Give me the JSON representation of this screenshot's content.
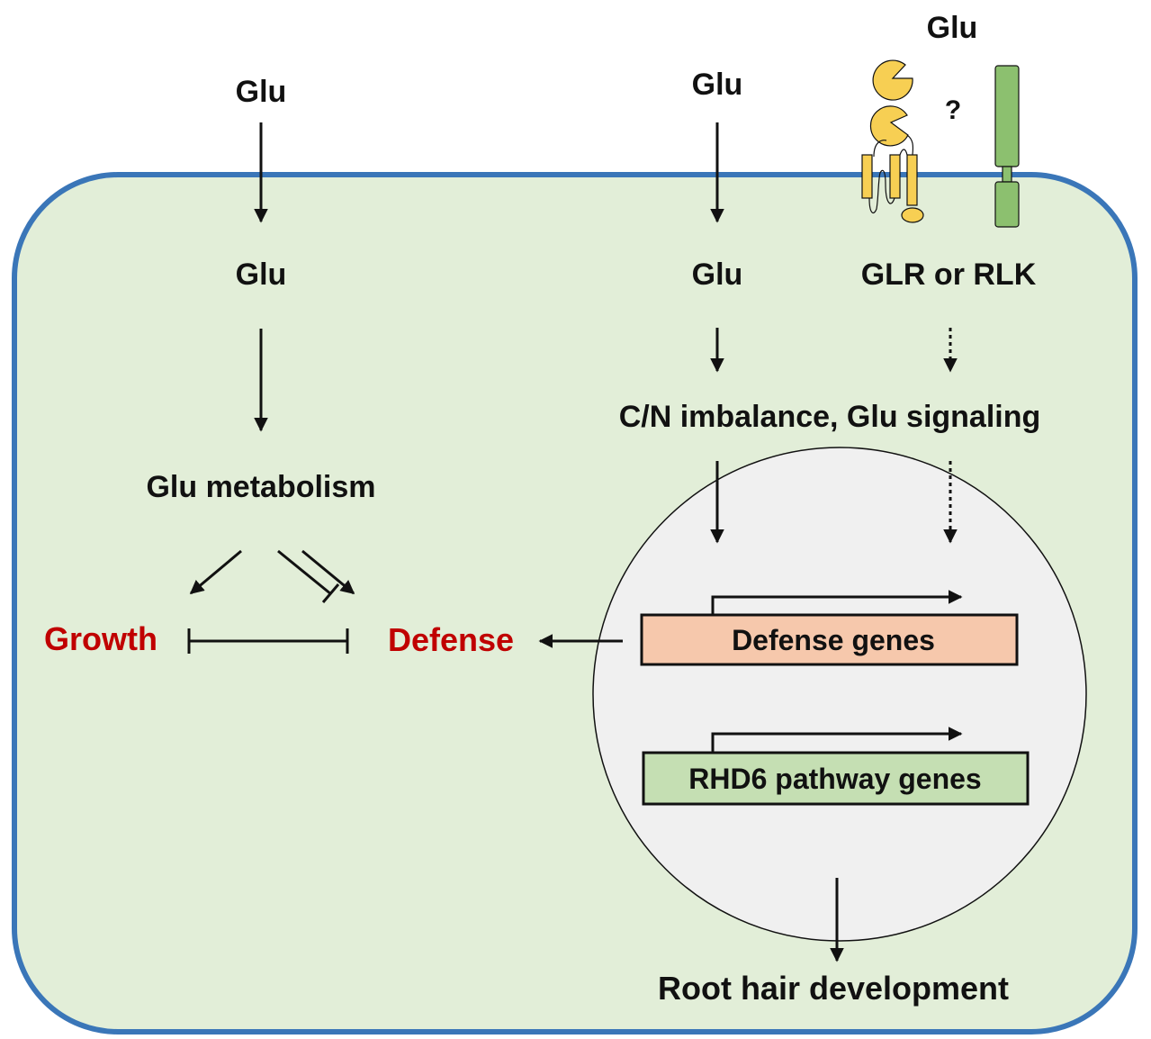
{
  "labels": {
    "glu_left_outside": "Glu",
    "glu_left_inside": "Glu",
    "glu_metabolism": "Glu metabolism",
    "growth": "Growth",
    "defense": "Defense",
    "glu_mid_outside": "Glu",
    "glu_mid_inside": "Glu",
    "glu_top_right": "Glu",
    "question_mark": "?",
    "receptor_label": "GLR or RLK",
    "cn_signaling": "C/N imbalance, Glu signaling",
    "defense_genes": "Defense genes",
    "rhd6_genes": "RHD6 pathway genes",
    "root_hair": "Root hair development"
  },
  "colors": {
    "cell_fill": "#e2eed8",
    "cell_border": "#3a76b8",
    "nucleus_fill": "#f0f0f0",
    "red_text": "#c00000",
    "defense_box": "#f6c8ac",
    "rhd6_box": "#c5dfb3",
    "glr_yellow": "#f7cf53",
    "rlk_green": "#8cc06f"
  },
  "icons": [
    "glr-receptor-icon",
    "rlk-receptor-icon"
  ]
}
